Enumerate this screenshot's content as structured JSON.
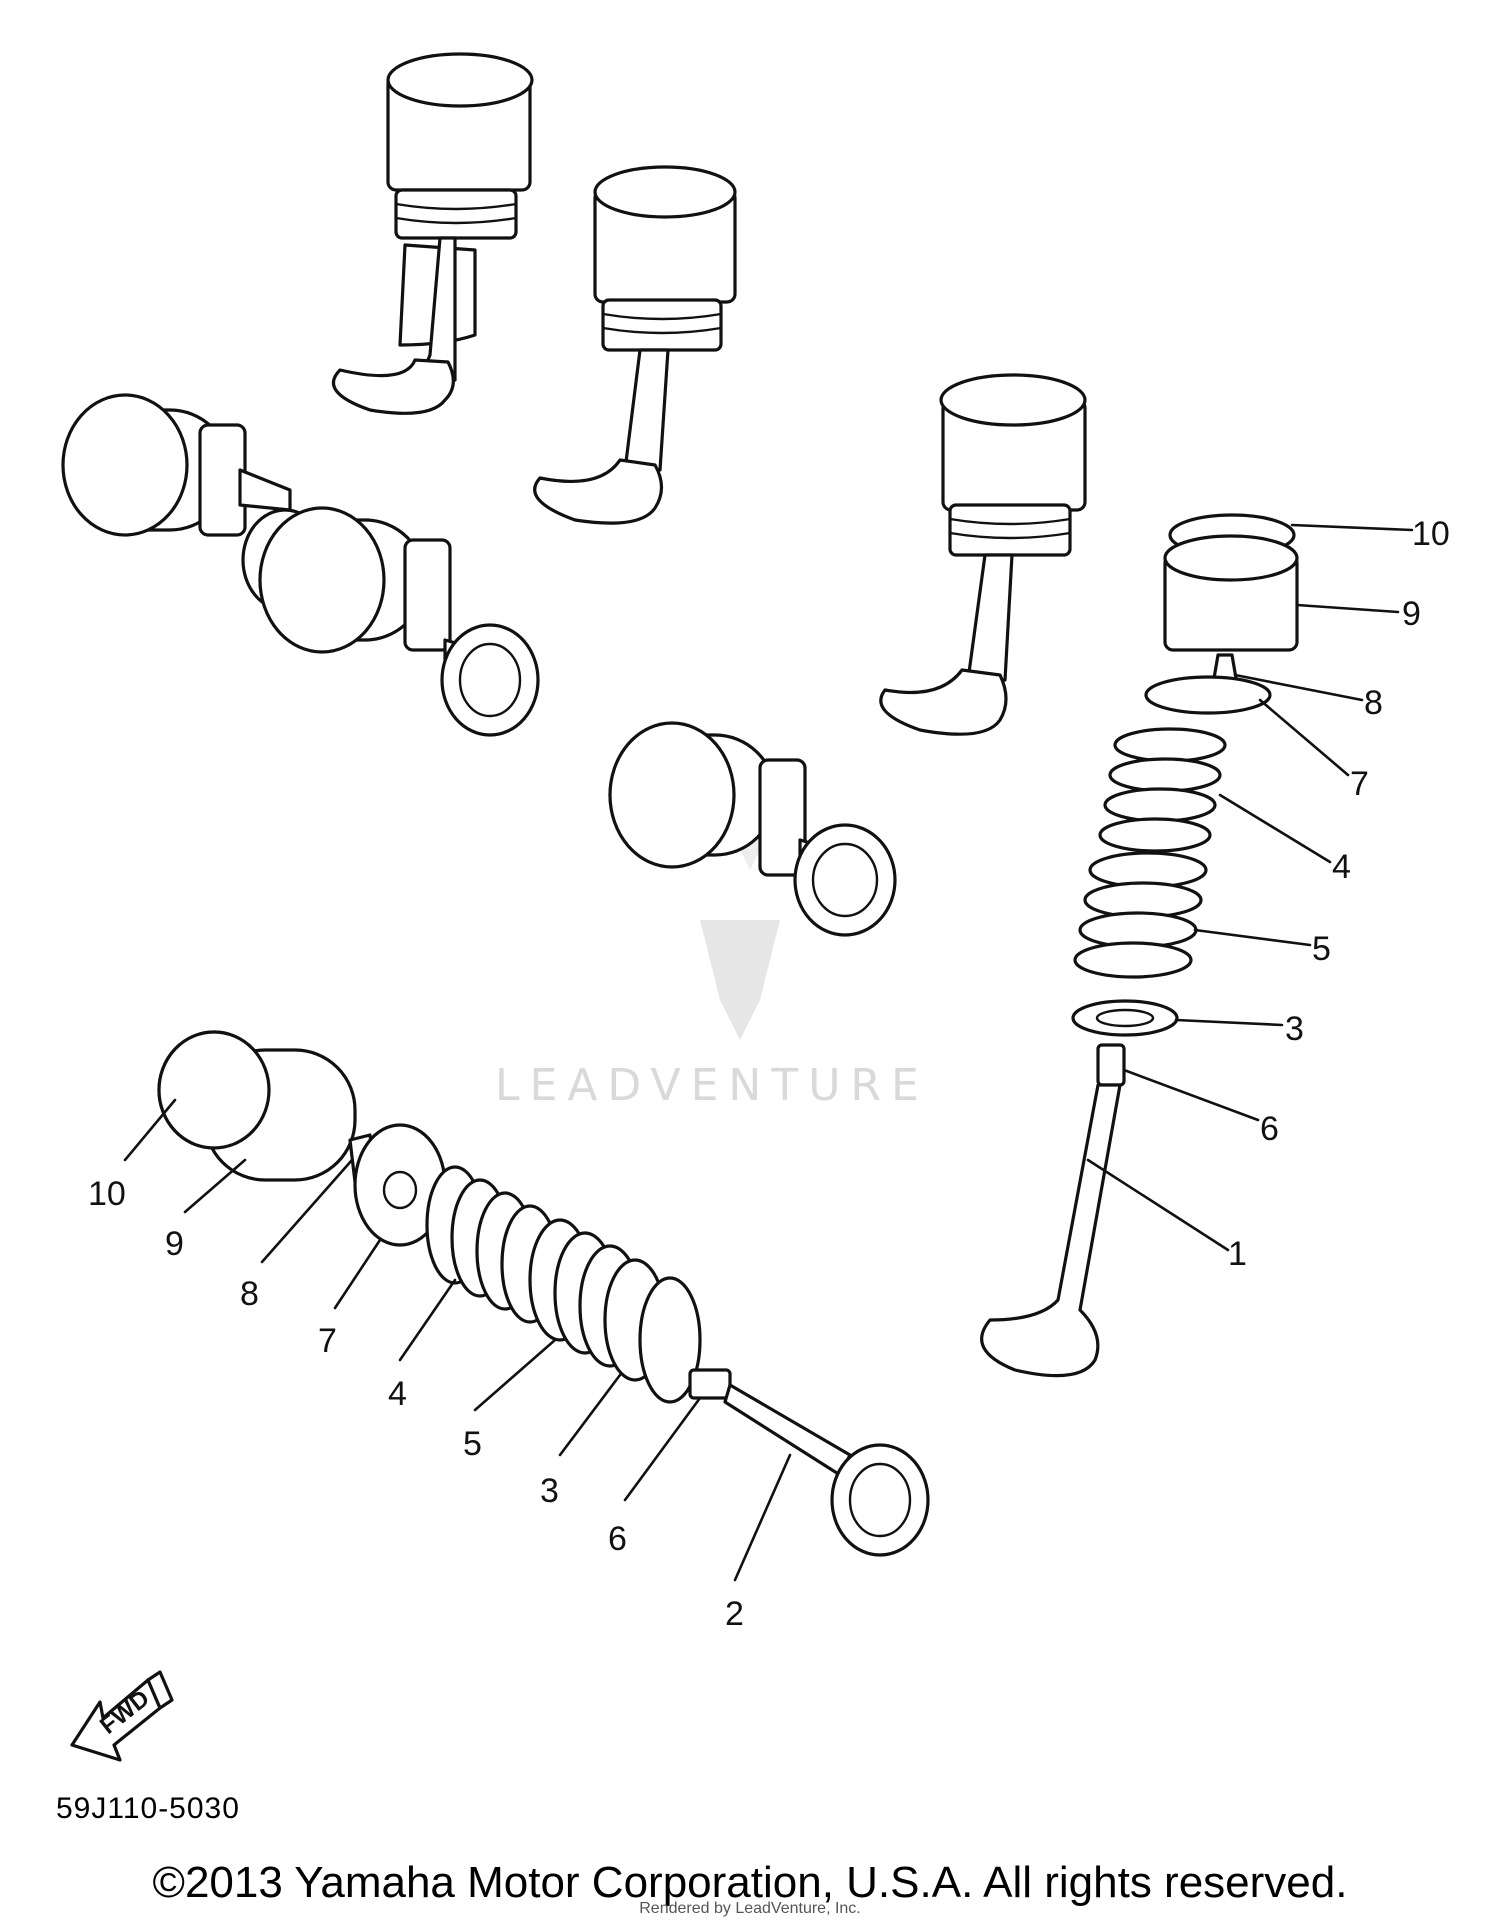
{
  "watermark": {
    "brand": "LEADVENTURE"
  },
  "callouts": {
    "right": [
      "10",
      "9",
      "8",
      "7",
      "4",
      "5",
      "3",
      "6",
      "1"
    ],
    "left": [
      "10",
      "9",
      "8",
      "7",
      "4",
      "5",
      "3",
      "6",
      "2"
    ]
  },
  "fwd_label": "FWD",
  "diagram_code": "59J110-5030",
  "copyright": "©2013 Yamaha Motor Corporation, U.S.A. All rights reserved.",
  "rendered_by": "Rendered by LeadVenture, Inc."
}
